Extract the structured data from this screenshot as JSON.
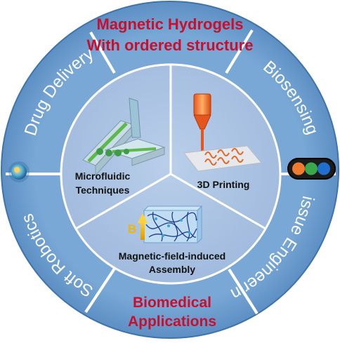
{
  "title": {
    "line1": "Magnetic Hydrogels",
    "line2": "With ordered structure"
  },
  "footer": {
    "line1": "Biomedical",
    "line2": "Applications"
  },
  "ring_labels": {
    "drug_delivery": "Drug Delivery",
    "soft_robotics": "Soft Robotics",
    "biosensing": "Biosensing",
    "tissue_engineering": "Tissue Engineering"
  },
  "sectors": {
    "microfluidic": {
      "line1": "Microfluidic",
      "line2": "Techniques"
    },
    "printing": {
      "line1": "3D Printing"
    },
    "assembly": {
      "line1": "Magnetic-field-induced",
      "line2": "Assembly",
      "field_symbol": "B"
    }
  },
  "colors": {
    "outer_ring": "#6f9fcf",
    "inner_disc": "#a9c2e3",
    "divider": "#ffffff",
    "ring_text": "#ffffff",
    "title_text": "#c8102e",
    "label_text": "#111111"
  },
  "icons": {
    "microfluidic": "microfluidic-chip-icon",
    "printing": "3d-printer-nozzle-icon",
    "assembly": "magnetic-network-icon",
    "drug_delivery": "nanoparticle-icon",
    "tissue_engineering": "cell-capsule-icon"
  }
}
